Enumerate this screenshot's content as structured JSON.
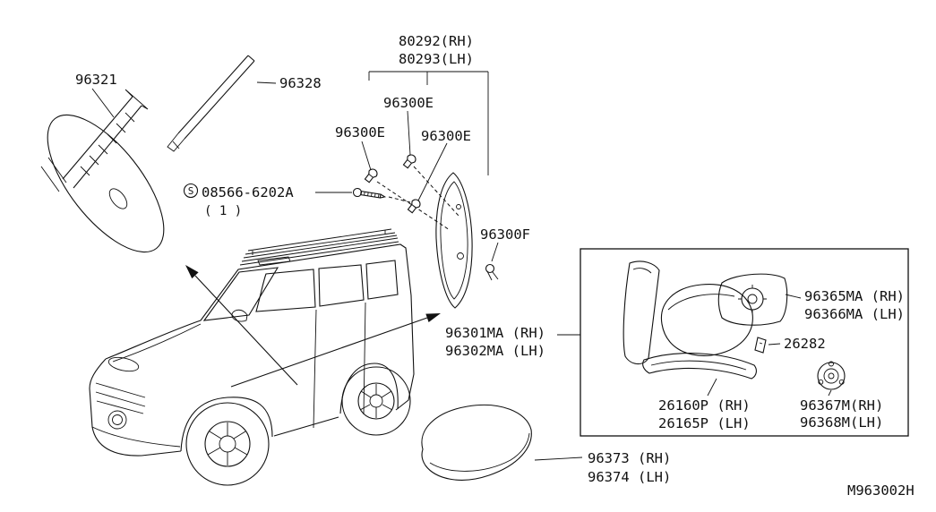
{
  "diagram": {
    "code": "M963002H"
  },
  "labels": {
    "part_80292": "80292(RH)",
    "part_80293": "80293(LH)",
    "part_96321": "96321",
    "part_96328": "96328",
    "grommet_top": "96300E",
    "grommet_left": "96300E",
    "grommet_right": "96300E",
    "screw_symbol": "S",
    "screw_number": "08566-6202A",
    "screw_qty": "( 1 )",
    "part_96300F": "96300F",
    "part_96301MA": "96301MA (RH)",
    "part_96302MA": "96302MA (LH)",
    "part_96365MA": "96365MA (RH)",
    "part_96366MA": "96366MA (LH)",
    "part_26282": "26282",
    "part_26160P": "26160P (RH)",
    "part_26165P": "26165P (LH)",
    "part_96367M": "96367M(RH)",
    "part_96368M": "96368M(LH)",
    "part_96373": "96373 (RH)",
    "part_96374": "96374 (LH)"
  }
}
